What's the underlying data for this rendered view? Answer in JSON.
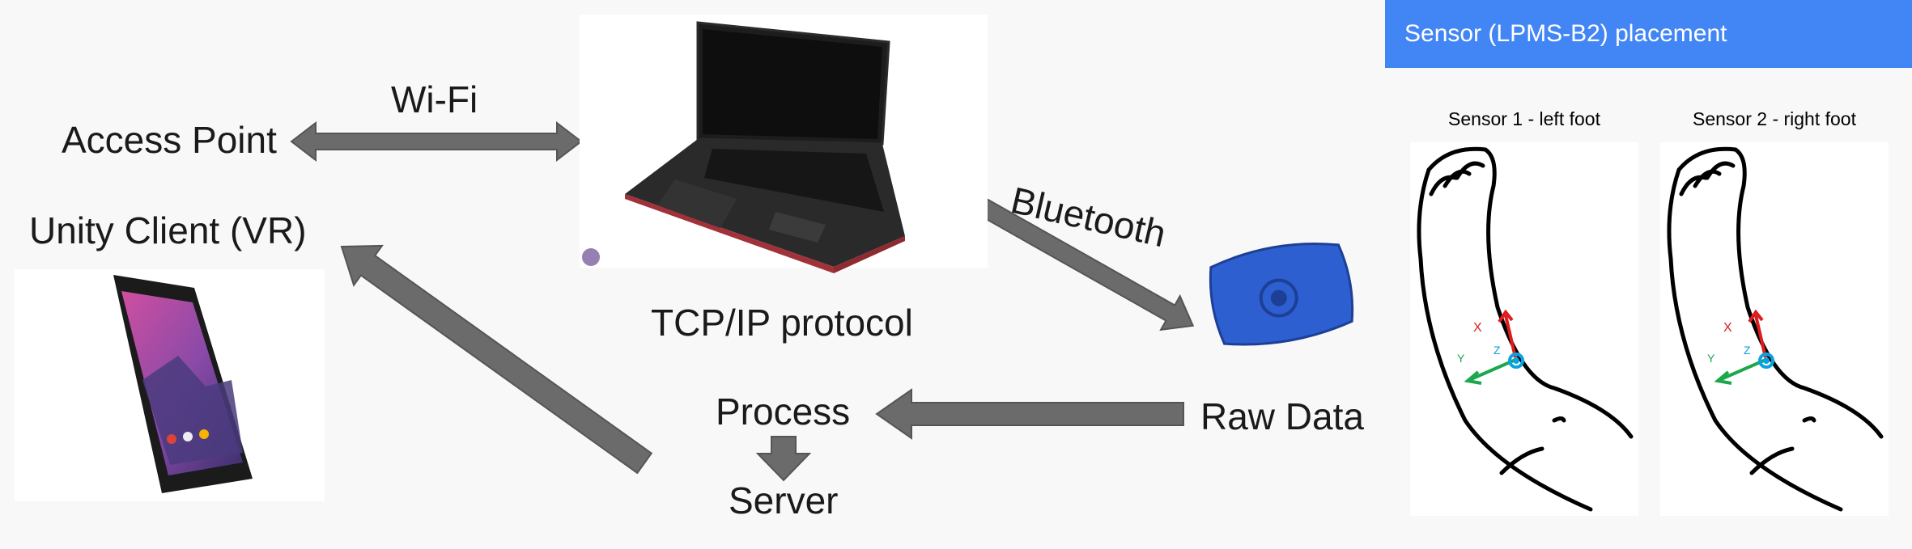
{
  "diagram": {
    "access_point": "Access Point",
    "wifi": "Wi-Fi",
    "unity_client": "Unity Client (VR)",
    "bluetooth": "Bluetooth",
    "tcp_ip": "TCP/IP protocol",
    "process": "Process",
    "server": "Server",
    "raw_data": "Raw Data",
    "arrow_color": "#6b6b6b",
    "icons": [
      "laptop-icon",
      "smartphone-icon",
      "sensor-device-icon",
      "foot-diagram-icon"
    ]
  },
  "panel": {
    "title": "Sensor (LPMS-B2) placement",
    "header_color": "#4285f4",
    "sensors": [
      {
        "label": "Sensor 1 - left foot",
        "axes": [
          "X",
          "Z",
          "Y"
        ]
      },
      {
        "label": "Sensor 2 - right foot",
        "axes": [
          "X",
          "Z",
          "Y"
        ]
      }
    ]
  }
}
